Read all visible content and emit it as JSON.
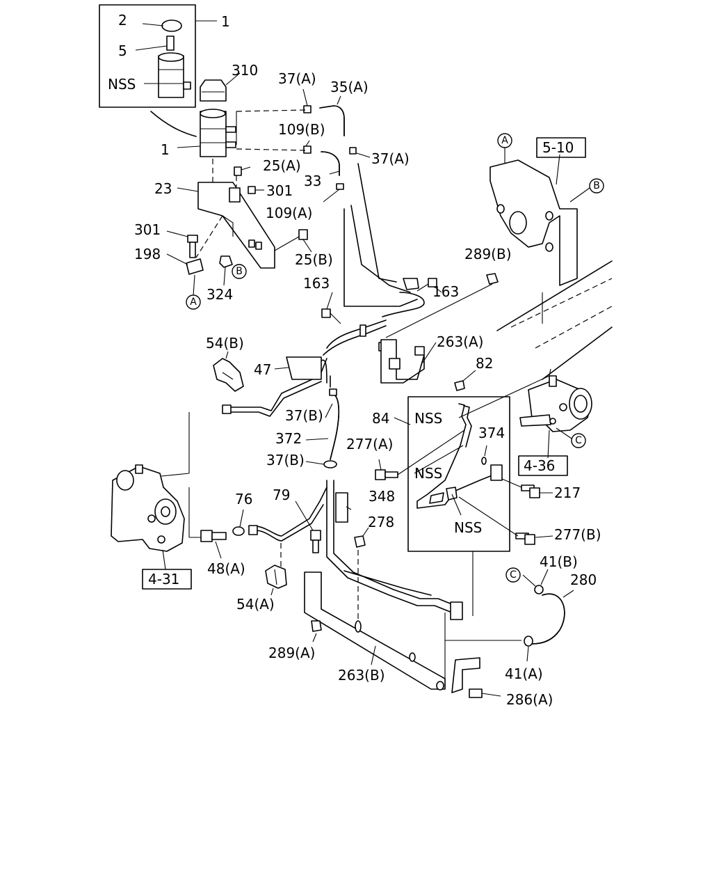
{
  "labels": {
    "l_1_top": "1",
    "l_2": "2",
    "l_5": "5",
    "l_nss_res": "NSS",
    "l_310": "310",
    "l_37A_1": "37(A)",
    "l_35A": "35(A)",
    "l_109B": "109(B)",
    "l_37A_2": "37(A)",
    "l_1_mid": "1",
    "l_25A": "25(A)",
    "l_33": "33",
    "l_23": "23",
    "l_301_a": "301",
    "l_109A": "109(A)",
    "l_301_b": "301",
    "l_198": "198",
    "l_25B": "25(B)",
    "l_324": "324",
    "l_163_a": "163",
    "l_163_b": "163",
    "l_289B": "289(B)",
    "l_5_10": "5-10",
    "l_263A": "263(A)",
    "l_54B": "54(B)",
    "l_47": "47",
    "l_82": "82",
    "l_37B_1": "37(B)",
    "l_84": "84",
    "l_nss_1": "NSS",
    "l_372": "372",
    "l_277A": "277(A)",
    "l_374": "374",
    "l_37B_2": "37(B)",
    "l_nss_2": "NSS",
    "l_4_36": "4-36",
    "l_76": "76",
    "l_79": "79",
    "l_348": "348",
    "l_217": "217",
    "l_278": "278",
    "l_nss_3": "NSS",
    "l_277B": "277(B)",
    "l_4_31": "4-31",
    "l_48A": "48(A)",
    "l_41B": "41(B)",
    "l_280": "280",
    "l_54A": "54(A)",
    "l_289A": "289(A)",
    "l_263B": "263(B)",
    "l_41A": "41(A)",
    "l_286A": "286(A)"
  },
  "markers": {
    "A": "A",
    "B": "B",
    "C": "C"
  }
}
